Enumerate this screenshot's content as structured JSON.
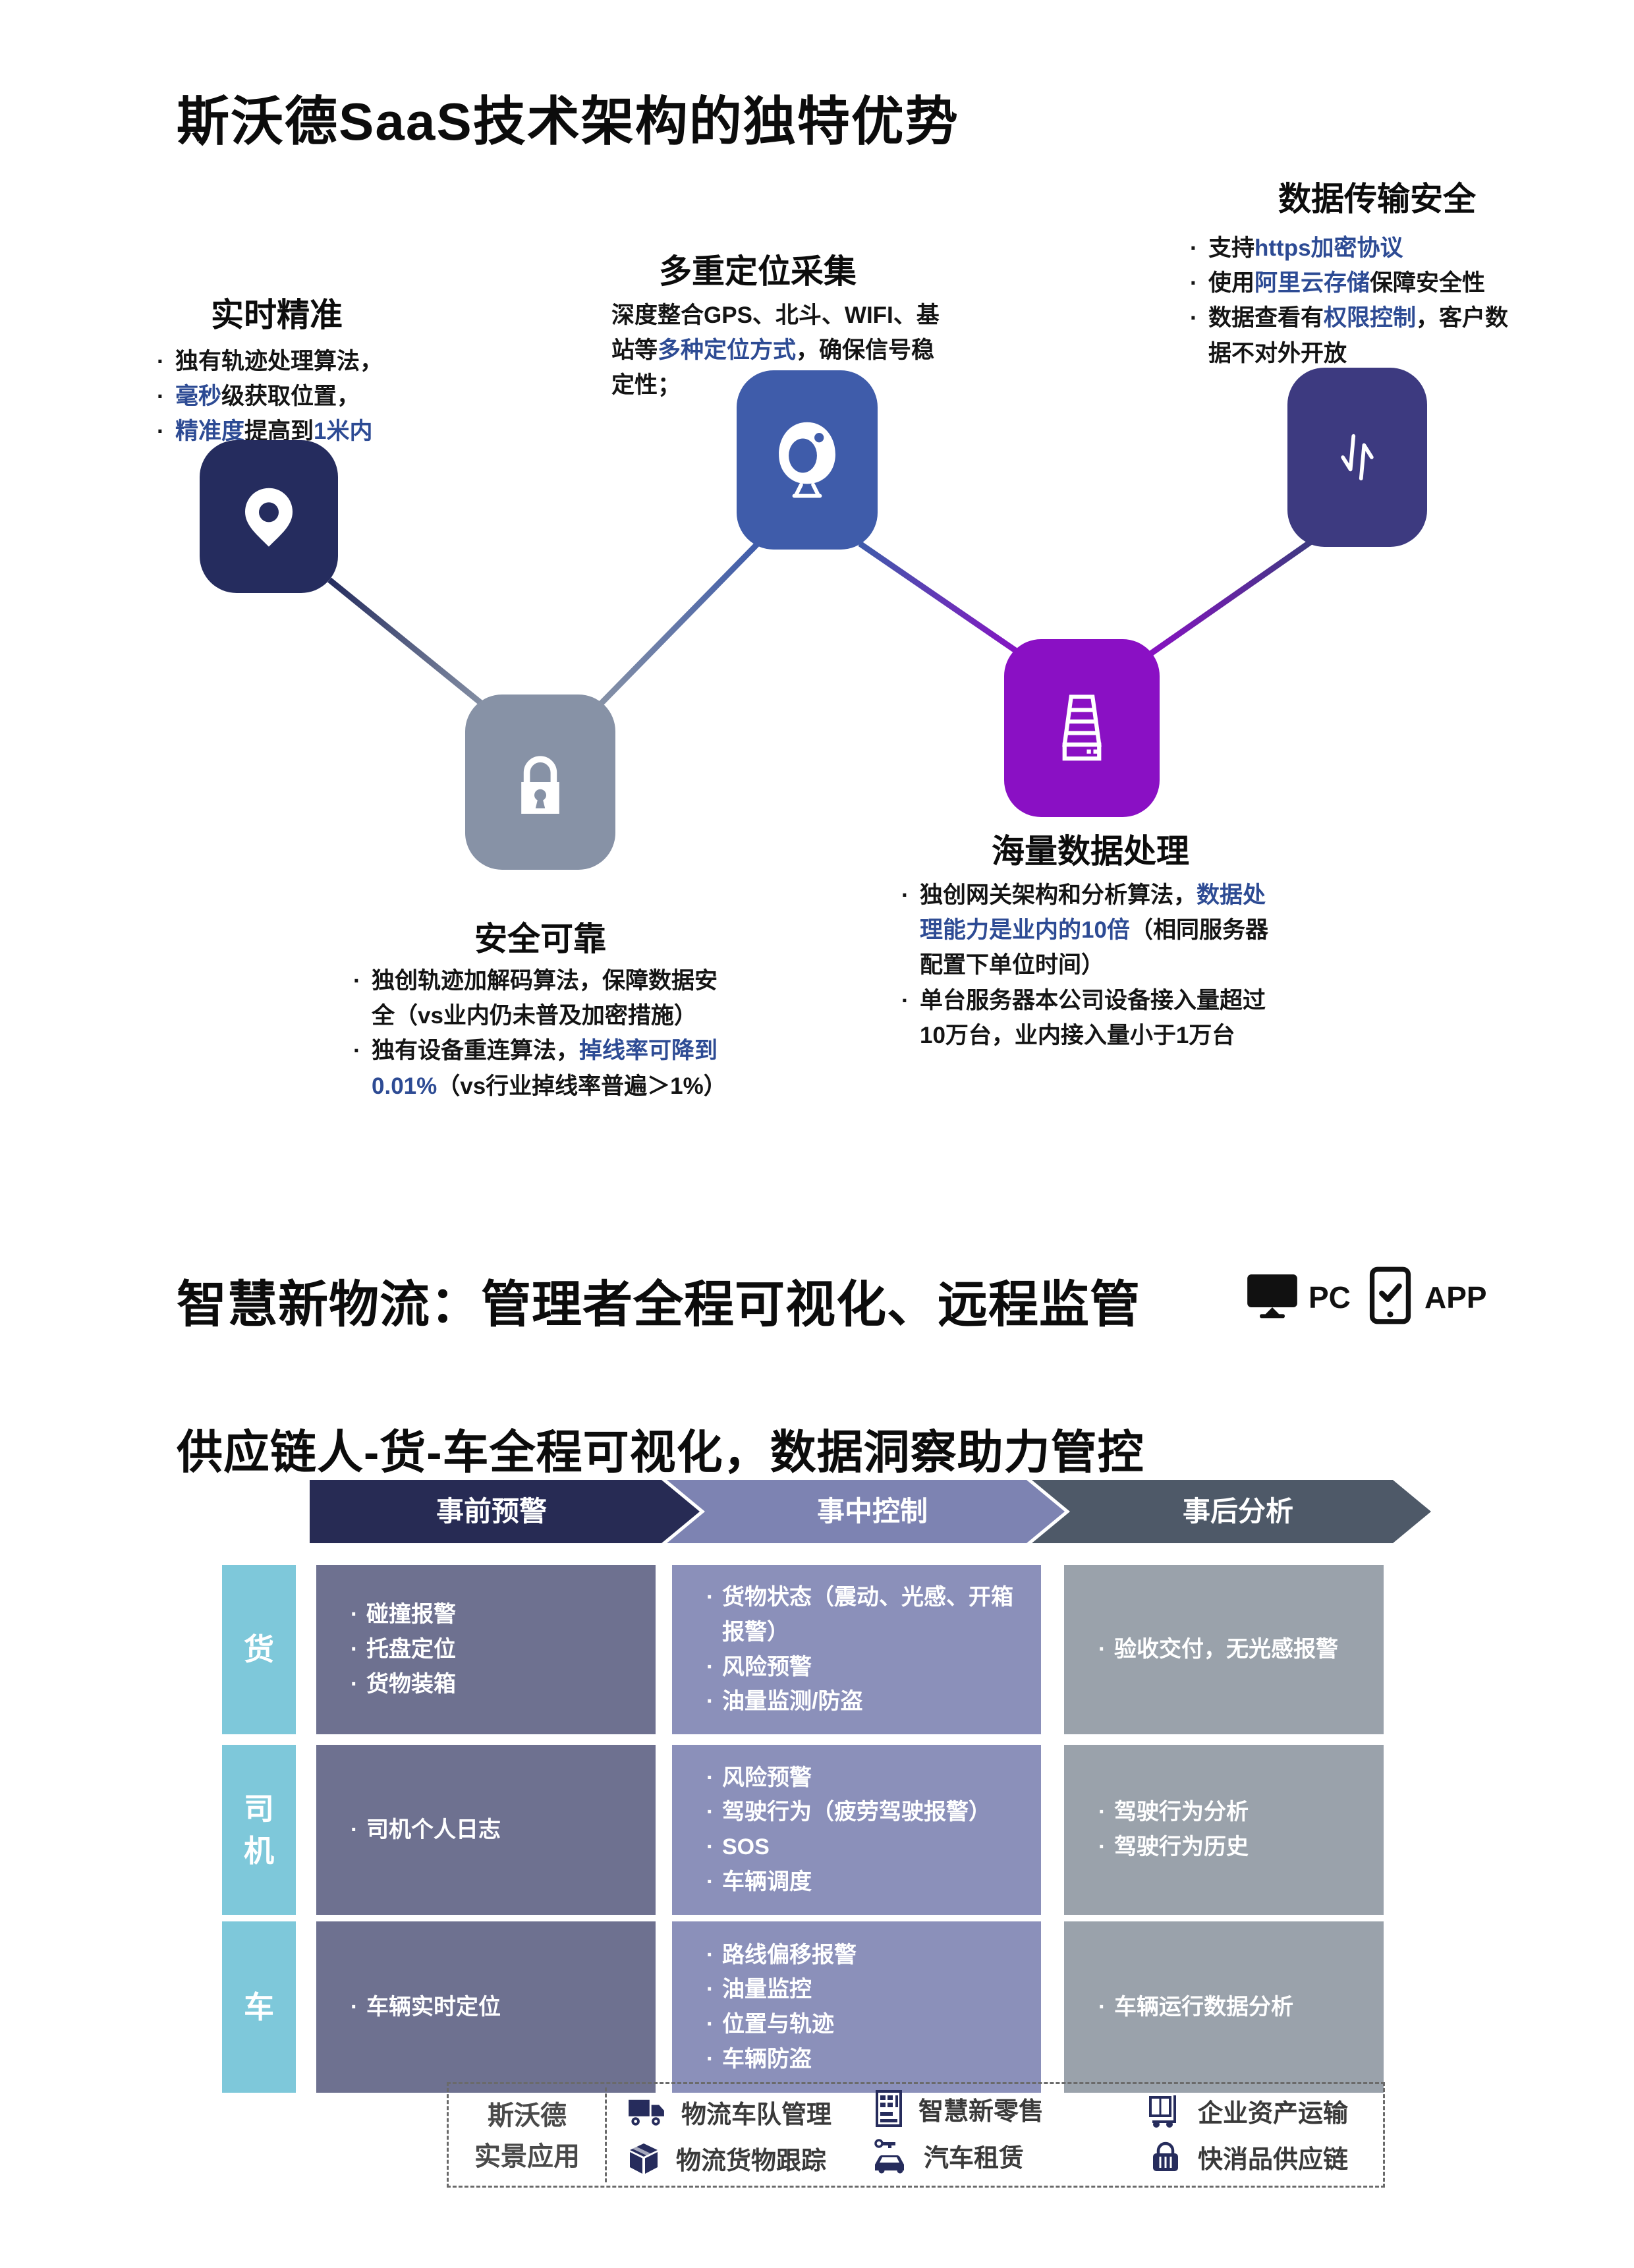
{
  "colors": {
    "accent": "#2d4b94",
    "node_pin": "#252c5e",
    "node_camera": "#3f5caa",
    "node_lock": "#8792a6",
    "node_server": "#8a10c4",
    "node_transfer": "#3d3a80",
    "stage_pre": "#272b54",
    "stage_mid": "#7d83b2",
    "stage_post": "#4e5968",
    "row_label_bg": "#7ec8da",
    "cell_pre_bg": "#6e7190",
    "cell_mid_bg": "#8b90ba",
    "cell_post_bg": "#9aa2ab"
  },
  "section1": {
    "title": "斯沃德SaaS技术架构的独特优势",
    "realtime": {
      "title": "实时精准",
      "bullets": [
        [
          {
            "t": "独有轨迹处理算法，"
          }
        ],
        [
          {
            "t": "毫秒",
            "a": true
          },
          {
            "t": "级获取位置，"
          }
        ],
        [
          {
            "t": "精准度",
            "a": true
          },
          {
            "t": "提高到"
          },
          {
            "t": "1米内",
            "a": true
          }
        ]
      ]
    },
    "positioning": {
      "title": "多重定位采集",
      "paragraph": [
        {
          "t": "深度整合GPS、北斗、WIFI、基站等"
        },
        {
          "t": "多种定位方式",
          "a": true
        },
        {
          "t": "，确保信号稳定性；"
        }
      ]
    },
    "data_security": {
      "title": "数据传输安全",
      "bullets": [
        [
          {
            "t": "支持"
          },
          {
            "t": "https加密协议",
            "a": true
          }
        ],
        [
          {
            "t": "使用"
          },
          {
            "t": "阿里云存储",
            "a": true
          },
          {
            "t": "保障安全性"
          }
        ],
        [
          {
            "t": "数据查看有"
          },
          {
            "t": "权限控制",
            "a": true
          },
          {
            "t": "，客户数据不对外开放"
          }
        ]
      ]
    },
    "reliable": {
      "title": "安全可靠",
      "bullets": [
        [
          {
            "t": "独创轨迹加解码算法，保障数据安全（vs业内仍未普及加密措施）"
          }
        ],
        [
          {
            "t": "独有设备重连算法，"
          },
          {
            "t": "掉线率可降到0.01%",
            "a": true
          },
          {
            "t": "（vs行业掉线率普遍＞1%）"
          }
        ]
      ]
    },
    "bigdata": {
      "title": "海量数据处理",
      "bullets": [
        [
          {
            "t": "独创网关架构和分析算法，"
          },
          {
            "t": "数据处理能力是业内的10倍",
            "a": true
          },
          {
            "t": "（相同服务器配置下单位时间）"
          }
        ],
        [
          {
            "t": "单台服务器本公司设备接入量超过10万台，业内接入量小于1万台"
          }
        ]
      ]
    }
  },
  "section2": {
    "title": "智慧新物流：管理者全程可视化、远程监管",
    "platforms": [
      {
        "label": "PC",
        "icon": "monitor-icon"
      },
      {
        "label": "APP",
        "icon": "phone-icon"
      }
    ],
    "subtitle": "供应链人-货-车全程可视化，数据洞察助力管控",
    "table": {
      "stages": [
        {
          "label": "事前预警"
        },
        {
          "label": "事中控制"
        },
        {
          "label": "事后分析"
        }
      ],
      "rows": [
        {
          "label": "货",
          "cells": [
            [
              "碰撞报警",
              "托盘定位",
              "货物装箱"
            ],
            [
              "货物状态（震动、光感、开箱报警）",
              "风险预警",
              "油量监测/防盗"
            ],
            [
              "验收交付，无光感报警"
            ]
          ]
        },
        {
          "label": "司机",
          "cells": [
            [
              "司机个人日志"
            ],
            [
              "风险预警",
              "驾驶行为（疲劳驾驶报警）",
              "SOS",
              "车辆调度"
            ],
            [
              "驾驶行为分析",
              "驾驶行为历史"
            ]
          ]
        },
        {
          "label": "车",
          "cells": [
            [
              "车辆实时定位"
            ],
            [
              "路线偏移报警",
              "油量监控",
              "位置与轨迹",
              "车辆防盗"
            ],
            [
              "车辆运行数据分析"
            ]
          ]
        }
      ]
    },
    "applications": {
      "label_line1": "斯沃德",
      "label_line2": "实景应用",
      "items": [
        {
          "label": "物流车队管理",
          "icon": "truck-icon"
        },
        {
          "label": "物流货物跟踪",
          "icon": "package-icon"
        },
        {
          "label": "智慧新零售",
          "icon": "vending-machine-icon"
        },
        {
          "label": "汽车租赁",
          "icon": "car-rental-icon"
        },
        {
          "label": "企业资产运输",
          "icon": "handtruck-icon"
        },
        {
          "label": "快消品供应链",
          "icon": "supply-bag-icon"
        }
      ]
    }
  }
}
